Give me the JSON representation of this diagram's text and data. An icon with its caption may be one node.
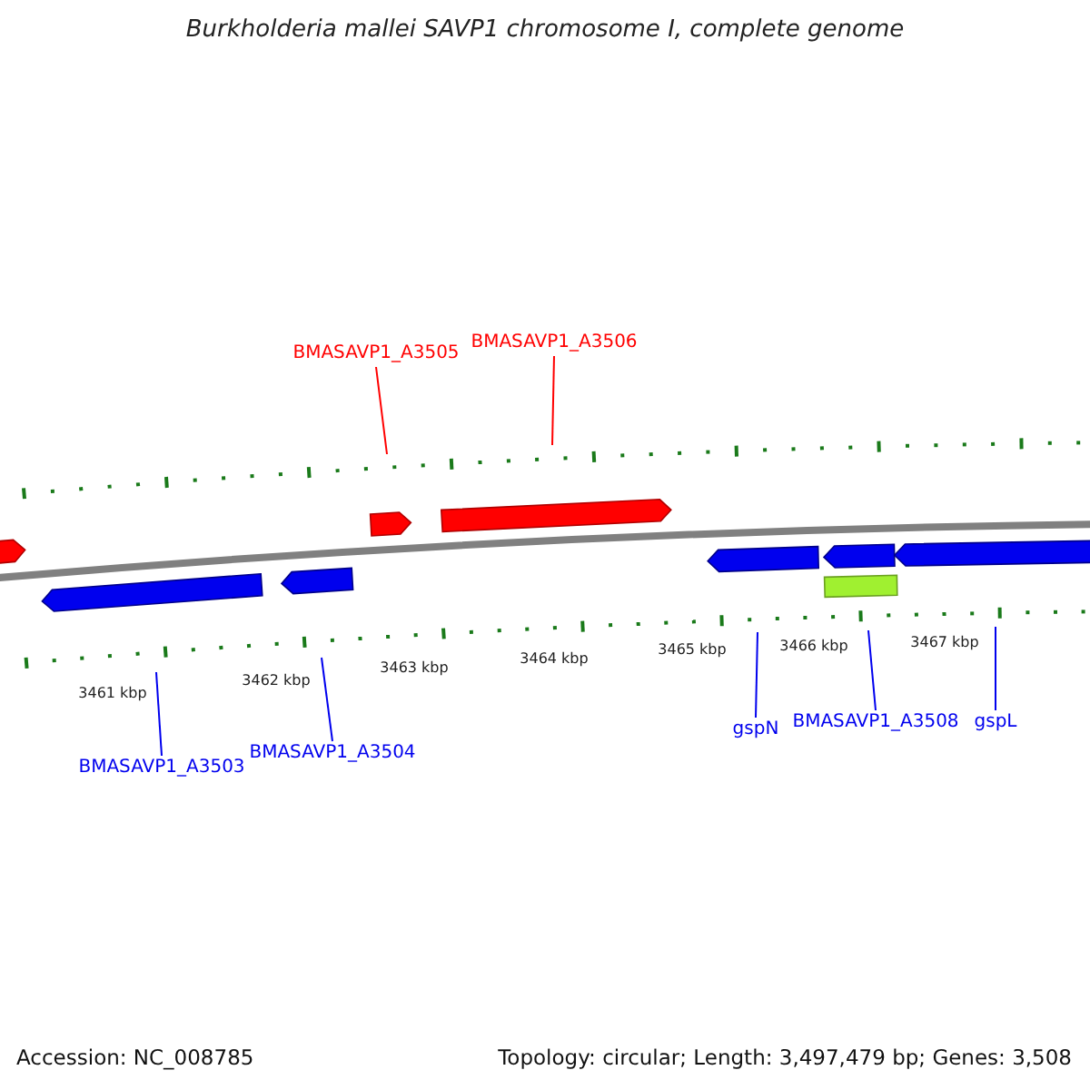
{
  "diagram": {
    "title": "Burkholderia mallei SAVP1 chromosome I, complete genome",
    "nodes": [
      {
        "text": [
          "BMASAVP1_A3505"
        ]
      },
      {
        "text": [
          "BMASAVP1_A3506"
        ]
      },
      {
        "text": [
          "BMASAVP1_A3503"
        ]
      },
      {
        "text": [
          "BMASAVP1_A3504"
        ]
      },
      {
        "text": [
          "gspN"
        ]
      },
      {
        "text": [
          "BMASAVP1_A3508"
        ]
      },
      {
        "text": [
          "gspL"
        ]
      }
    ],
    "edges": [
      {
        "from": 0,
        "to": null,
        "arrow": "none",
        "color": "#ff0000"
      },
      {
        "from": 1,
        "to": null,
        "arrow": "none",
        "color": "#ff0000"
      },
      {
        "from": 2,
        "to": null,
        "arrow": "none"
      },
      {
        "from": 3,
        "to": null,
        "arrow": "none"
      },
      {
        "from": 4,
        "to": null,
        "arrow": "none"
      },
      {
        "from": 5,
        "to": null,
        "arrow": "none"
      },
      {
        "from": 6,
        "to": null,
        "arrow": "none"
      }
    ],
    "labels": [
      "3461 kbp",
      "3462 kbp",
      "3463 kbp",
      "3464 kbp",
      "3465 kbp",
      "3466 kbp",
      "3467 kbp",
      "Accession: NC_008785",
      "Topology: circular; Length: 3,497,479 bp; Genes: 3,508"
    ]
  }
}
